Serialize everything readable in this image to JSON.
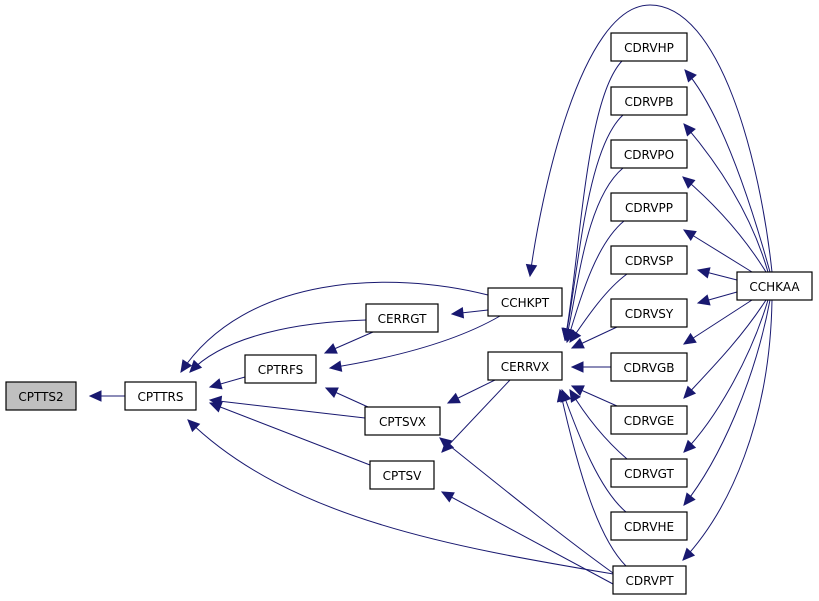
{
  "graph": {
    "title": "Caller graph for CPTTS2",
    "edge_color": "#191970",
    "root_fill": "#bfbfbf",
    "nodes": [
      {
        "id": "CPTTS2",
        "label": "CPTTS2",
        "root": true
      },
      {
        "id": "CPTTRS",
        "label": "CPTTRS"
      },
      {
        "id": "CPTRFS",
        "label": "CPTRFS"
      },
      {
        "id": "CERRGT",
        "label": "CERRGT"
      },
      {
        "id": "CPTSVX",
        "label": "CPTSVX"
      },
      {
        "id": "CPTSV",
        "label": "CPTSV"
      },
      {
        "id": "CCHKPT",
        "label": "CCHKPT"
      },
      {
        "id": "CERRVX",
        "label": "CERRVX"
      },
      {
        "id": "CDRVHP",
        "label": "CDRVHP"
      },
      {
        "id": "CDRVPB",
        "label": "CDRVPB"
      },
      {
        "id": "CDRVPO",
        "label": "CDRVPO"
      },
      {
        "id": "CDRVPP",
        "label": "CDRVPP"
      },
      {
        "id": "CDRVSP",
        "label": "CDRVSP"
      },
      {
        "id": "CDRVSY",
        "label": "CDRVSY"
      },
      {
        "id": "CDRVGB",
        "label": "CDRVGB"
      },
      {
        "id": "CDRVGE",
        "label": "CDRVGE"
      },
      {
        "id": "CDRVGT",
        "label": "CDRVGT"
      },
      {
        "id": "CDRVHE",
        "label": "CDRVHE"
      },
      {
        "id": "CDRVPT",
        "label": "CDRVPT"
      },
      {
        "id": "CCHKAA",
        "label": "CCHKAA"
      }
    ],
    "edges": [
      {
        "from": "CPTTRS",
        "to": "CPTTS2"
      },
      {
        "from": "CPTRFS",
        "to": "CPTTRS"
      },
      {
        "from": "CERRGT",
        "to": "CPTTRS"
      },
      {
        "from": "CCHKPT",
        "to": "CPTTRS"
      },
      {
        "from": "CPTSVX",
        "to": "CPTTRS"
      },
      {
        "from": "CPTSV",
        "to": "CPTTRS"
      },
      {
        "from": "CDRVPT",
        "to": "CPTTRS"
      },
      {
        "from": "CERRGT",
        "to": "CPTRFS"
      },
      {
        "from": "CCHKPT",
        "to": "CPTRFS"
      },
      {
        "from": "CPTSVX",
        "to": "CPTRFS"
      },
      {
        "from": "CCHKPT",
        "to": "CERRGT"
      },
      {
        "from": "CERRVX",
        "to": "CPTSVX"
      },
      {
        "from": "CDRVPT",
        "to": "CPTSVX"
      },
      {
        "from": "CERRVX",
        "to": "CPTSV"
      },
      {
        "from": "CDRVPT",
        "to": "CPTSV"
      },
      {
        "from": "CCHKAA",
        "to": "CCHKPT"
      },
      {
        "from": "CDRVHP",
        "to": "CERRVX"
      },
      {
        "from": "CDRVPB",
        "to": "CERRVX"
      },
      {
        "from": "CDRVPO",
        "to": "CERRVX"
      },
      {
        "from": "CDRVPP",
        "to": "CERRVX"
      },
      {
        "from": "CDRVSP",
        "to": "CERRVX"
      },
      {
        "from": "CDRVSY",
        "to": "CERRVX"
      },
      {
        "from": "CDRVGB",
        "to": "CERRVX"
      },
      {
        "from": "CDRVGE",
        "to": "CERRVX"
      },
      {
        "from": "CDRVGT",
        "to": "CERRVX"
      },
      {
        "from": "CDRVHE",
        "to": "CERRVX"
      },
      {
        "from": "CDRVPT",
        "to": "CERRVX"
      },
      {
        "from": "CCHKAA",
        "to": "CDRVHP"
      },
      {
        "from": "CCHKAA",
        "to": "CDRVPB"
      },
      {
        "from": "CCHKAA",
        "to": "CDRVPO"
      },
      {
        "from": "CCHKAA",
        "to": "CDRVPP"
      },
      {
        "from": "CCHKAA",
        "to": "CDRVSP"
      },
      {
        "from": "CCHKAA",
        "to": "CDRVSY"
      },
      {
        "from": "CCHKAA",
        "to": "CDRVGB"
      },
      {
        "from": "CCHKAA",
        "to": "CDRVGE"
      },
      {
        "from": "CCHKAA",
        "to": "CDRVGT"
      },
      {
        "from": "CCHKAA",
        "to": "CDRVHE"
      },
      {
        "from": "CCHKAA",
        "to": "CDRVPT"
      }
    ]
  }
}
